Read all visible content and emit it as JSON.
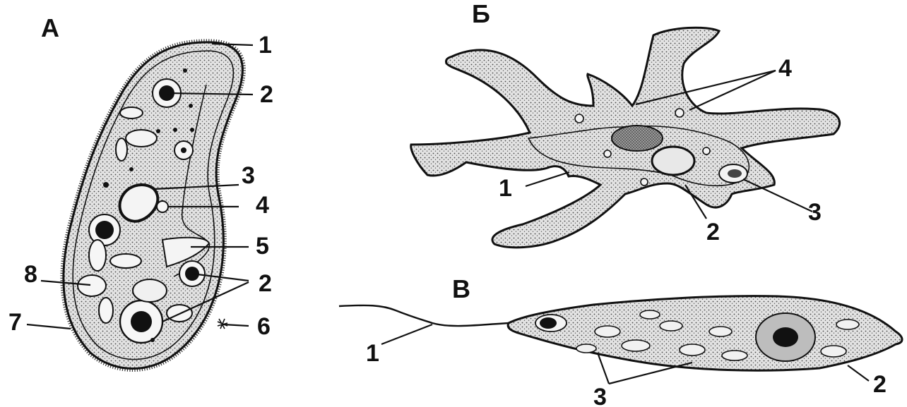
{
  "panels": {
    "a": {
      "letter": "А",
      "labels": [
        "1",
        "2",
        "3",
        "4",
        "5",
        "2",
        "6",
        "7",
        "8"
      ]
    },
    "b": {
      "letter": "Б",
      "labels": [
        "4",
        "1",
        "2",
        "3"
      ]
    },
    "c": {
      "letter": "В",
      "labels": [
        "1",
        "2",
        "3"
      ]
    }
  },
  "colors": {
    "ink": "#111111",
    "cell_fill": "#d9d9d9",
    "background": "#ffffff"
  }
}
